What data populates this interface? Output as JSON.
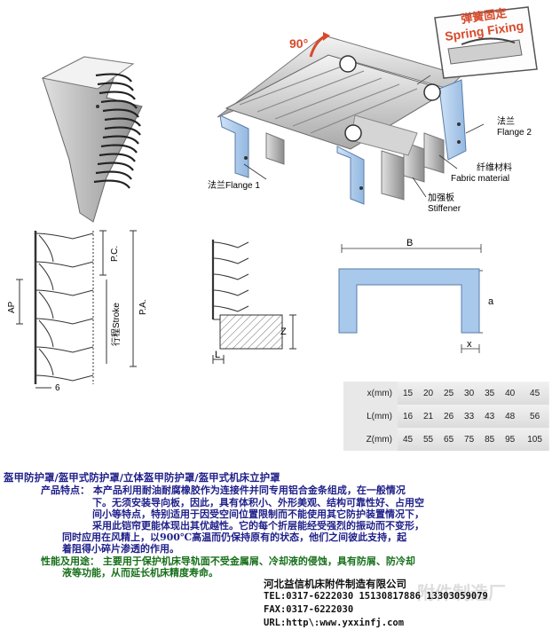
{
  "product_image": {
    "angle_label": "90°",
    "spring_fixing_cn": "弹簧固定",
    "spring_fixing_en": "Spring Fixing",
    "flange2_cn": "法兰",
    "flange2_en": "Flange 2",
    "flange1": "法兰Flange 1",
    "fabric_cn": "纤维材料",
    "fabric_en": "Fabric material",
    "stiffener_cn": "加强板",
    "stiffener_en": "Stiffener"
  },
  "diagram_left": {
    "ap": "AP",
    "pc": "P.C.",
    "pa": "P.A.",
    "stroke": "行程Stroke",
    "six": "6"
  },
  "diagram_mid": {
    "z": "Z",
    "l": "L"
  },
  "diagram_right": {
    "b": "B",
    "a": "a",
    "x": "x"
  },
  "table": {
    "rows": [
      {
        "label": "x(mm)",
        "values": [
          "15",
          "20",
          "25",
          "30",
          "35",
          "40",
          "45"
        ]
      },
      {
        "label": "L(mm)",
        "values": [
          "16",
          "21",
          "26",
          "33",
          "43",
          "48",
          "56"
        ]
      },
      {
        "label": "Z(mm)",
        "values": [
          "45",
          "55",
          "65",
          "75",
          "85",
          "95",
          "105"
        ]
      }
    ]
  },
  "text": {
    "heading": "盔甲防护罩/盔甲式防护罩/立体盔甲防护罩/盔甲式机床立护罩",
    "features_1": "产品特点： 本产品利用耐油耐腐橡胶作为连接件并同专用铝合金条组成，在一般情况",
    "features_2": "下。无须安装导向板，因此，具有体积小、外形美观、结构可靠性好、占用空",
    "features_3": "间小等特点，特别适用于因受空间位置限制而不能使用其它防护装置情况下，",
    "features_4": "采用此铠帘更能体现出其优越性。它的每个折层能经受强烈的振动而不变形，",
    "features_5": "同时应用在风精上，以900℃高温而仍保持原有的状态，他们之间彼此支持，起",
    "features_6": "着阻得小碎片渗透的作用。",
    "usage_1": "性能及用途： 主要用于保护机床导轨面不受金属屑、冷却液的侵蚀，具有防屑、防冷却",
    "usage_2": "液等功能，从而延长机床精度寿命。",
    "company": "河北益信机床附件制造有限公司",
    "tel": "TEL:0317-6222030 15130817886 13303059079",
    "fax": "FAX:0317-6222030",
    "url": "URL:http\\:www.yxxinfj.com",
    "watermark": "附件制造厂"
  },
  "colors": {
    "flange_blue": "#a8c8ec",
    "heading_blue": "#1f1f8a",
    "green": "#17701a",
    "angle_red": "#d84a2a"
  }
}
